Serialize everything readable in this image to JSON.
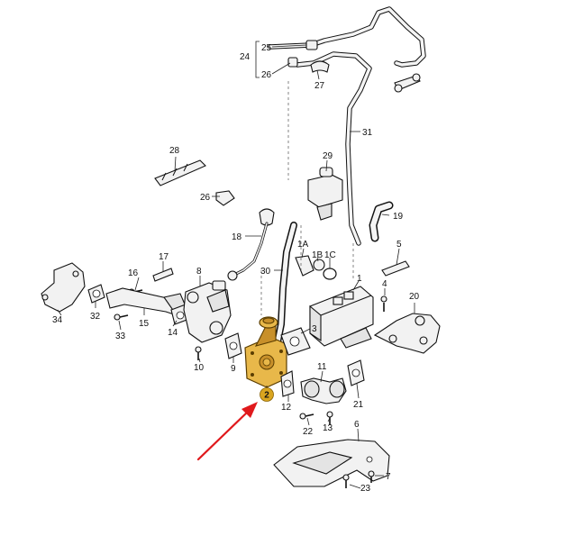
{
  "colors": {
    "highlight": "#e8b84a",
    "highlight_badge": "#d9a520",
    "arrow": "#e0191c",
    "line": "#111111"
  },
  "labels": {
    "p1": "1",
    "p1a": "1A",
    "p1b": "1B",
    "p1c": "1C",
    "p2": "2",
    "p3": "3",
    "p4": "4",
    "p5": "5",
    "p6": "6",
    "p7": "7",
    "p8": "8",
    "p9": "9",
    "p10": "10",
    "p11": "11",
    "p12": "12",
    "p13": "13",
    "p14": "14",
    "p15": "15",
    "p16": "16",
    "p17": "17",
    "p18": "18",
    "p19": "19",
    "p20": "20",
    "p21": "21",
    "p22": "22",
    "p23": "23",
    "p24": "24",
    "p25": "25",
    "p26": "26",
    "p27": "27",
    "p28": "28",
    "p29": "29",
    "p30": "30",
    "p31": "31",
    "p32": "32",
    "p33": "33",
    "p34": "34"
  }
}
